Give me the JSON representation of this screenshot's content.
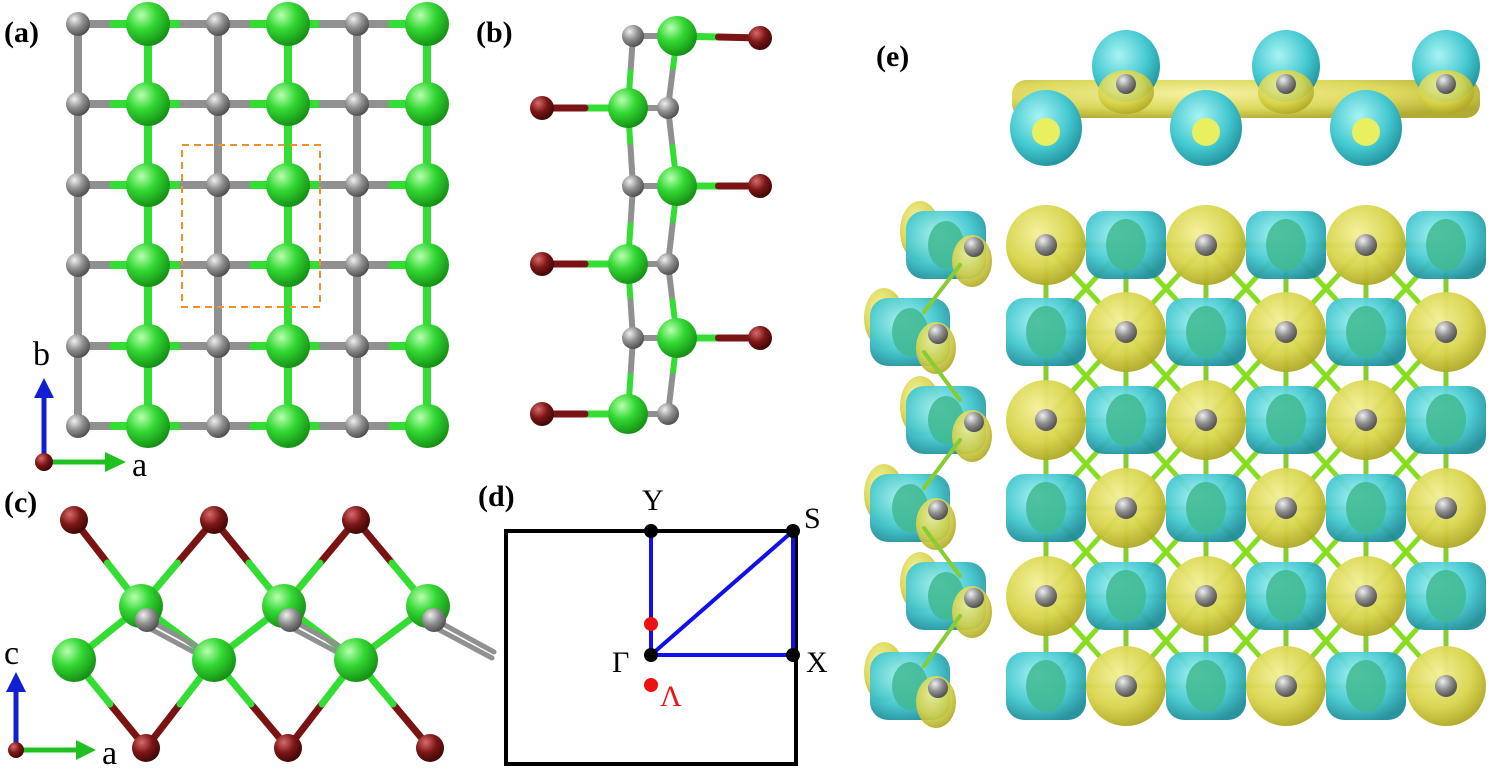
{
  "panels": {
    "a": {
      "label": "(a)",
      "axes": {
        "vertical": "b",
        "horizontal": "a"
      }
    },
    "b": {
      "label": "(b)"
    },
    "c": {
      "label": "(c)",
      "axes": {
        "vertical": "c",
        "horizontal": "a"
      }
    },
    "d": {
      "label": "(d)",
      "k_points": {
        "Y": "Y",
        "S": "S",
        "Gamma": "Γ",
        "X": "X",
        "Lambda": "Λ"
      }
    },
    "e": {
      "label": "(e)"
    }
  },
  "colors": {
    "green_atom": "#2fd02f",
    "gray_atom": "#8c8c8c",
    "red_atom": "#7a1414",
    "bond_green": "#33dd33",
    "bond_gray": "#909090",
    "bond_red": "#7a1414",
    "cell_dash": "#f0902a",
    "axis_b": "#1020d0",
    "axis_a": "#20c020",
    "path_blue": "#1010ee",
    "point_red": "#ee1111",
    "iso_yellow": "#e0dc50",
    "iso_cyan": "#45c8d0"
  }
}
